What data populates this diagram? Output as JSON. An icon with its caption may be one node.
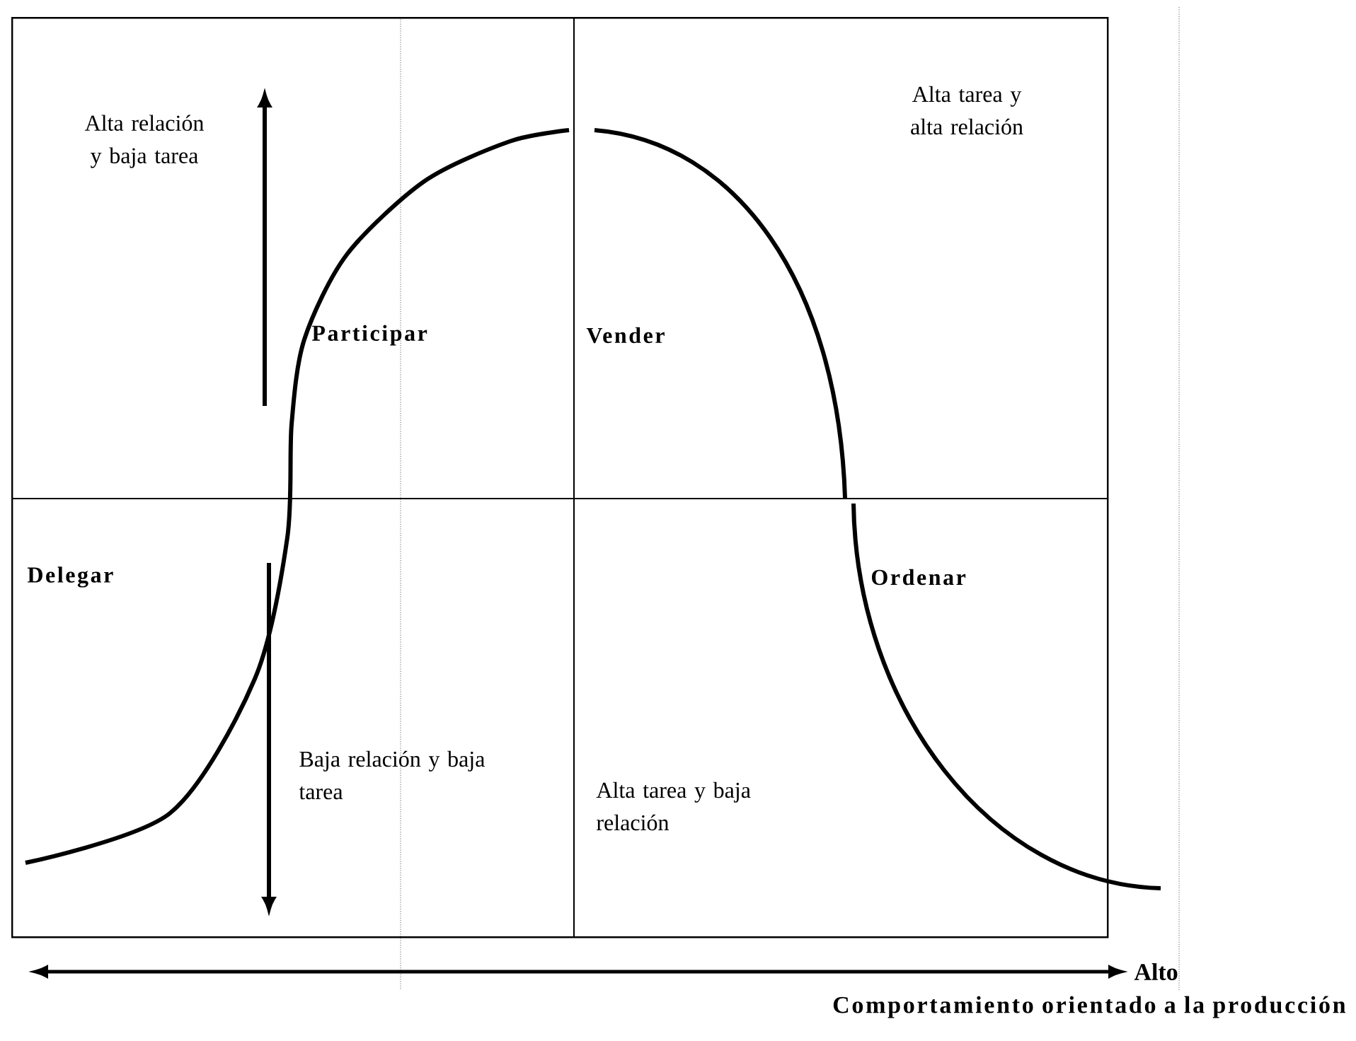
{
  "diagram": {
    "nodes": [
      {
        "text": [],
        "shape": "box"
      },
      {
        "text": [
          "Alta relación y baja tarea",
          "Participar"
        ],
        "in": 0
      },
      {
        "text": [
          "Alta tarea y alta relación",
          "Vender"
        ],
        "in": 0
      },
      {
        "text": [
          "Delegar",
          "Baja relación y baja tarea"
        ],
        "in": 0
      },
      {
        "text": [
          "Ordenar",
          "Alta tarea y baja relación"
        ],
        "in": 0
      }
    ],
    "edges": [],
    "labels": [
      "Alto",
      "Comportamiento orientado a la producción"
    ]
  }
}
